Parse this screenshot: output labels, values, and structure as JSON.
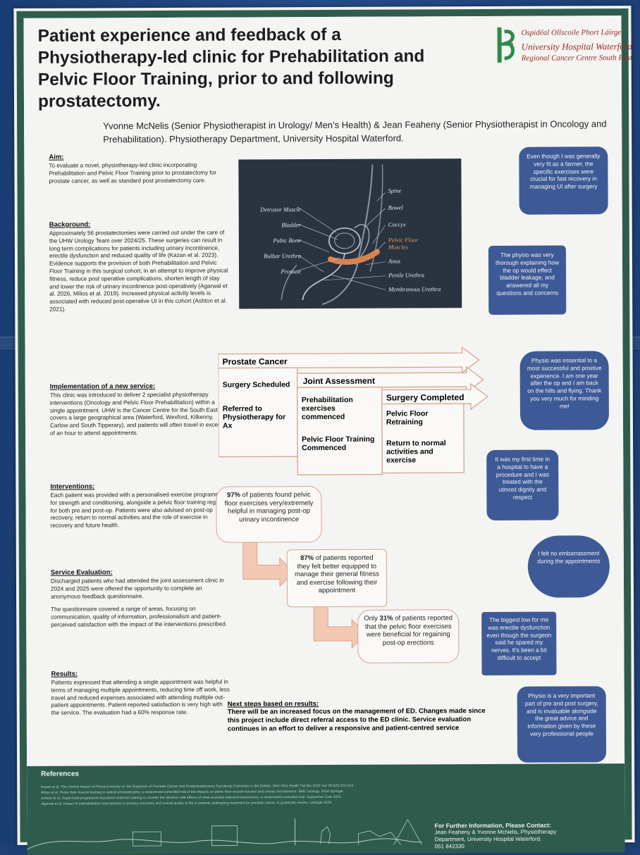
{
  "title": "Patient experience and feedback of a Physiotherapy-led clinic for Prehabilitation and Pelvic Floor Training, prior to and following prostatectomy.",
  "logo": {
    "line1": "Ospidéal Ollscoile Phort Láirge",
    "line2": "University Hospital Waterford",
    "line3": "Regional Cancer Centre South East"
  },
  "authors": "Yvonne McNelis (Senior Physiotherapist in Urology/ Men’s Health) & Jean Feaheny (Senior Physiotherapist in Oncology and Prehabilitation). Physiotherapy Department, University Hospital Waterford.",
  "aim": {
    "heading": "Aim:",
    "text": "To evaluate a novel, physiotherapy-led clinic incorporating Prehabilitation and Pelvic Floor Training prior to prostatectomy for prostate cancer, as well as standard post prostatectomy care."
  },
  "background": {
    "heading": "Background:",
    "text": "Approximately 56 prostatectomies were carried out under the care of the UHW Urology Team over 2024/25. These surgeries can result in long term complications for patients including urinary incontinence, erectile dysfunction and reduced quality of life (Kazan et al. 2023).",
    "text2": "Evidence supports the provision of both Prehabilitation and Pelvic Floor Training in this surgical cohort, in an attempt to improve physical fitness, reduce post operative complications, shorten length of stay and lower the risk of urinary incontinence post-operatively (Agarwal et al. 2026, Milios et al. 2019). Increased physical activity levels is associated with reduced post-operative UI in this cohort (Ashton et al. 2021)."
  },
  "implementation": {
    "heading": "Implementation of a new service:",
    "text": "This clinic was introduced to deliver 2 specialist physiotherapy interventions (Oncology and Pelvic Floor Prehabilitation) within a single appointment. UHW is the Cancer Centre for the South East and covers a large geographical area (Waterford, Wexford, Kilkenny, Carlow and South Tipperary), and patients will often travel in excess of an hour to attend appointments."
  },
  "interventions": {
    "heading": "Interventions:",
    "text": "Each patient was provided with a personalised exercise programme for strength and conditioning, alongside a pelvic floor training regime for both pre and post-op. Patients were also advised on post-op recovery, return to normal activities and the role of exercise in recovery and future health."
  },
  "evaluation": {
    "heading": "Service Evaluation:",
    "text": "Discharged patients who had attended the joint assessment clinic in 2024 and 2025 were offered the opportunity to complete an anonymous feedback questionnaire.",
    "text2": "The questionnaire covered a range of areas, focusing on communication, quality of information, professionalism and patient-perceived satisfaction with the impact of the interventions prescribed."
  },
  "results": {
    "heading": "Results:",
    "text": "Patients expressed that attending a single appointment was helpful in terms of managing multiple appointments, reducing time off work, less travel and reduced expenses associated with attending multiple out-patient appointments. Patient-reported satisfaction is very high with the service. The evaluation had a 60% response rate."
  },
  "anatomy": {
    "labels_left": [
      "Detrusor Muscle",
      "Bladder",
      "Pubic Bone",
      "Bulbar Urethra",
      "Prostate"
    ],
    "labels_right": [
      "Spine",
      "Bowel",
      "Coccyx",
      "Pelvic Floor",
      "Muscles",
      "Anus",
      "Penile Urethra",
      "Membranous Urethra"
    ]
  },
  "pathway": {
    "col1_header": "Prostate Cancer",
    "col1_items": [
      "Surgery Scheduled",
      "Referred to Physiotherapy for Ax"
    ],
    "col2_header": "Joint Assessment",
    "col2_items": [
      "Prehabilitation exercises commenced",
      "Pelvic Floor Training Commenced"
    ],
    "col3_header": "Surgery Completed",
    "col3_items": [
      "Pelvic Floor Retraining",
      "Return to normal activities and exercise"
    ]
  },
  "stats": [
    {
      "pct": "97%",
      "text": " of patients found pelvic floor exercises very/extremely helpful in managing post-op urinary incontinence"
    },
    {
      "pct": "87%",
      "text": " of patients reported they felt better equipped to manage their general fitness and exercise following their appointment"
    },
    {
      "pre": "Only ",
      "pct": "31%",
      "text": " of patients reported that the pelvic floor exercises were beneficial for regaining post-op erections"
    }
  ],
  "quotes": [
    "Even though I was generally very fit as a farmer, the specific exercises were crucial for fast recovery in managing UI after surgery",
    "The physio was very thorough explaining how the op would effect bladder leakage, and answered all my questions and concerns",
    "Physio was essential to a most successful and positive experience. I am one year after the op and I am back on the hills and flying. Thank you very much for minding me!",
    "It was my first time in a hospital to have a procedure and I was treated with the utmost dignity and respect",
    "I felt no embarrassment during the appointments",
    "The biggest low for me was erectile dysfunction even though the surgeon said he spared my nerves. It's been a bit difficult to accept",
    "Physio is a very important part of pre and post surgery, and is invaluable alongside the great advice and information given by these very professional people"
  ],
  "next_steps": {
    "heading": "Next steps based on results:",
    "text": "There will be an increased focus on the management of ED. Changes made since this project include direct referral access to the ED clinic. Service evaluation continues in an effort to deliver a responsive and patient-centred service"
  },
  "references": {
    "heading": "References",
    "lines": [
      "Kazan et al. The Clinical Impact of Physical Activity on the Diagnosis of Prostate Cancer and Postprostatectomy Functional Outcomes in the Elderly. Sem Intra Health Top Bio 2023 Jun 20;5(5):210-219",
      "Milios et al. Pelvic floor muscle training in radical prostatectomy: a randomized controlled trial of the impacts on pelvic floor muscle function and urinary incontinence. BMC Urology. 2019 Springer",
      "Ashton et al. Supervised progressive resistance exercise training to counter the adverse side effects of robot-assisted radical prostatectomy: a randomised controlled trial. Supportive Care 2021",
      "Agarwal et al. Impact of prehabilitation interventions in primary outcomes and overall quality of life in patients undergoing treatment for prostate cancer. A systematic review. Urologie 2026"
    ]
  },
  "contact": {
    "heading": "For Further Information, Please Contact:",
    "line1": "Jean Feaheny & Yvonne McNelis, Physiotherapy",
    "line2": "Department, University Hospital Waterford.",
    "line3": "051 842330"
  },
  "colors": {
    "bubble": "#3e5a96",
    "frame_green": "#2f5c4d",
    "arrow_fill": "#f3c9b4",
    "box_border": "#d4a48f"
  }
}
